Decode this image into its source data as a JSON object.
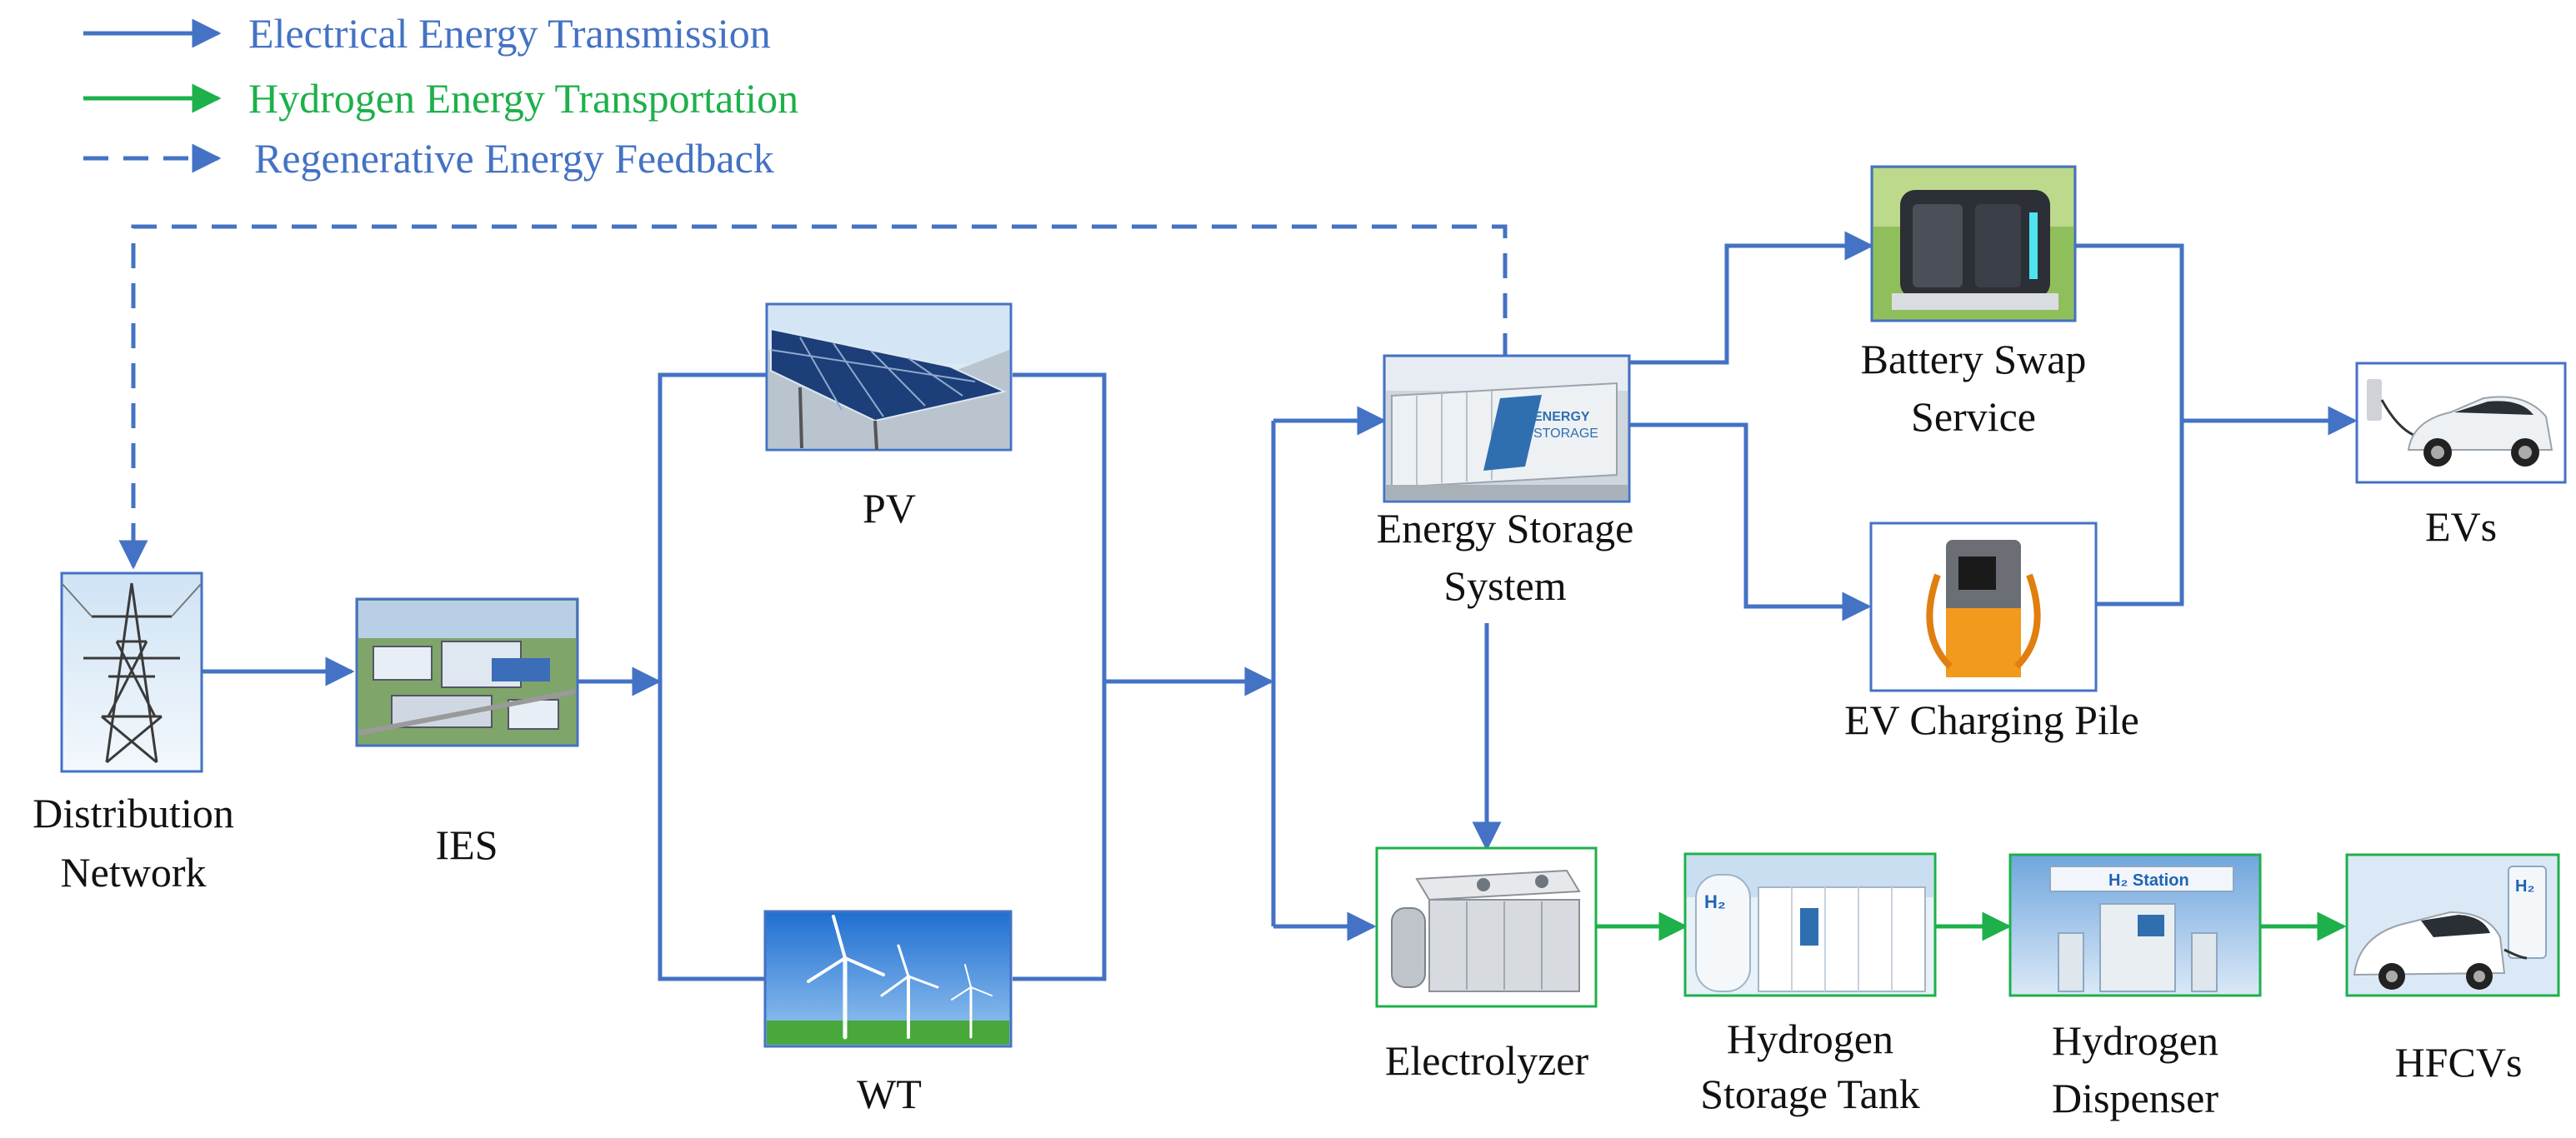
{
  "colors": {
    "electrical": "#4472C4",
    "hydrogen": "#1DB04B",
    "text": "#111111"
  },
  "legend": {
    "electrical": "Electrical Energy Transmission",
    "hydrogen": "Hydrogen Energy Transportation",
    "feedback": "Regenerative Energy Feedback"
  },
  "nodes": {
    "distribution": {
      "line1": "Distribution",
      "line2": "Network",
      "icon": "transmission-tower-icon"
    },
    "ies": {
      "line1": "IES",
      "icon": "industrial-park-icon"
    },
    "pv": {
      "line1": "PV",
      "icon": "solar-panel-icon"
    },
    "wt": {
      "line1": "WT",
      "icon": "wind-turbine-icon"
    },
    "ess": {
      "line1": "Energy Storage",
      "line2": "System",
      "icon": "energy-storage-container-icon"
    },
    "bss": {
      "line1": "Battery Swap",
      "line2": "Service",
      "icon": "battery-swap-station-icon"
    },
    "pile": {
      "line1": "EV Charging Pile",
      "icon": "charging-pile-icon"
    },
    "evs": {
      "line1": "EVs",
      "icon": "electric-car-icon"
    },
    "electrolyzer": {
      "line1": "Electrolyzer",
      "icon": "electrolyzer-icon"
    },
    "tank": {
      "line1": "Hydrogen",
      "line2": "Storage Tank",
      "icon": "hydrogen-tank-icon"
    },
    "dispenser": {
      "line1": "Hydrogen",
      "line2": "Dispenser",
      "icon": "hydrogen-dispenser-icon"
    },
    "hfcvs": {
      "line1": "HFCVs",
      "icon": "fuel-cell-car-icon"
    },
    "ess_badge": {
      "line1": "ENERGY",
      "line2": "STORAGE"
    },
    "tank_badge": "H₂",
    "dispenser_badge": "H₂ Station",
    "hfcv_badge": "H₂"
  }
}
